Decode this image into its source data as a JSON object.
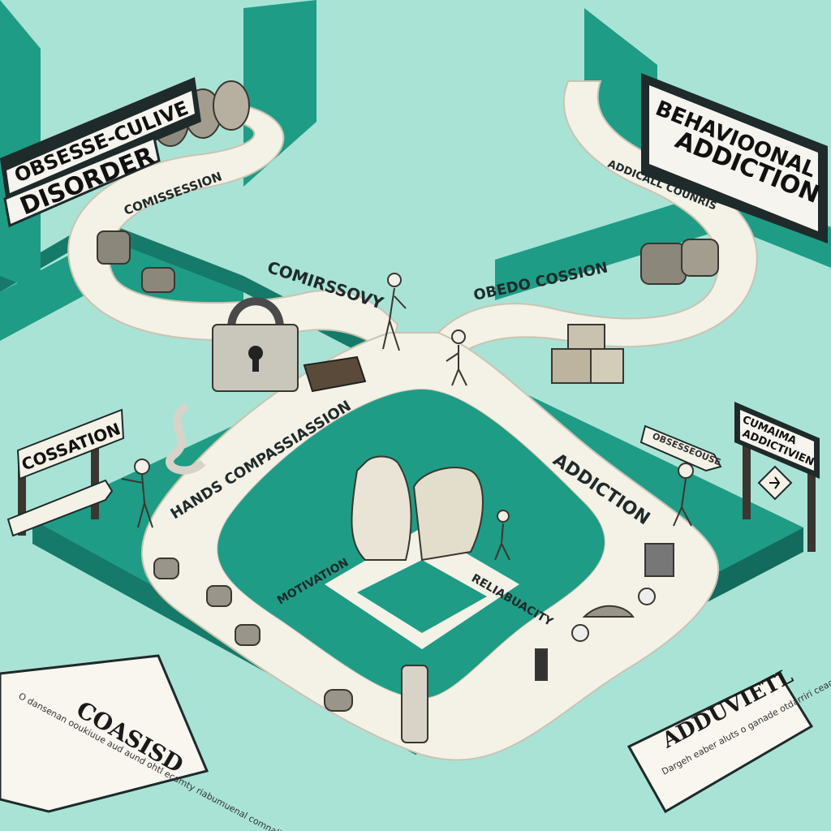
{
  "signs": {
    "ocd": {
      "line1": "OBSESSE-CULIVE",
      "line2": "DISORDER"
    },
    "behavioral": {
      "line1": "BEHAVIOONAL",
      "line2": "ADDICTION"
    },
    "cessation": {
      "label": "COSSATION"
    },
    "right_sign": {
      "line1": "CUMAIMA",
      "line2": "ADDICTIVIEN"
    },
    "arrow_sign": {
      "label": "OBSESSEOUSE"
    }
  },
  "path_labels": {
    "comissession": "COMISSESSION",
    "comirssovy": "COMIRSSOVY",
    "obedo_cossion": "OBEDO COSSION",
    "addictive_column": "ADDICALL COUNRIS",
    "hands_comp": "HANDS COMPASSIASSION",
    "addiction": "ADDICTION",
    "motivation": "MOTIVATION",
    "reliabuacity": "RELIABUACITY"
  },
  "cards": {
    "left": {
      "title": "COASISD",
      "body": "O dansenan ooukiuue aud aund ohtl ecamty riabumuenal comnaliiiuned"
    },
    "right": {
      "title": "ADDUVIETL",
      "body": "Dargeh eaber aluts o ganade otdarriri ceagtale"
    }
  },
  "colors": {
    "background": "#a9e3d6",
    "teal": "#1e9c86",
    "teal_dark": "#157a69",
    "path": "#f4f1e6"
  }
}
